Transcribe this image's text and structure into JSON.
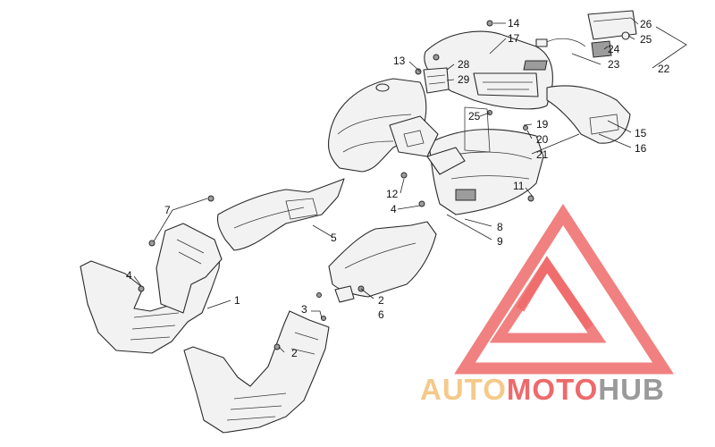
{
  "callouts": [
    {
      "id": "c1",
      "text": "1"
    },
    {
      "id": "c2a",
      "text": "2"
    },
    {
      "id": "c2b",
      "text": "2"
    },
    {
      "id": "c3",
      "text": "3"
    },
    {
      "id": "c4a",
      "text": "4"
    },
    {
      "id": "c4b",
      "text": "4"
    },
    {
      "id": "c5",
      "text": "5"
    },
    {
      "id": "c6",
      "text": "6"
    },
    {
      "id": "c7",
      "text": "7"
    },
    {
      "id": "c8",
      "text": "8"
    },
    {
      "id": "c9",
      "text": "9"
    },
    {
      "id": "c11",
      "text": "11"
    },
    {
      "id": "c12",
      "text": "12"
    },
    {
      "id": "c13",
      "text": "13"
    },
    {
      "id": "c14",
      "text": "14"
    },
    {
      "id": "c15",
      "text": "15"
    },
    {
      "id": "c16",
      "text": "16"
    },
    {
      "id": "c17",
      "text": "17"
    },
    {
      "id": "c19",
      "text": "19"
    },
    {
      "id": "c20",
      "text": "20"
    },
    {
      "id": "c21",
      "text": "21"
    },
    {
      "id": "c22",
      "text": "22"
    },
    {
      "id": "c23",
      "text": "23"
    },
    {
      "id": "c24",
      "text": "24"
    },
    {
      "id": "c25a",
      "text": "25"
    },
    {
      "id": "c25b",
      "text": "25"
    },
    {
      "id": "c26",
      "text": "26"
    },
    {
      "id": "c28",
      "text": "28"
    },
    {
      "id": "c29",
      "text": "29"
    }
  ],
  "watermark": {
    "part1": "AUTO",
    "part2": "MOTO",
    "part3": "HUB",
    "color_auto": "#f5c98a",
    "color_moto": "#ee6a6a",
    "color_hub": "#9a9a9a",
    "color_logo": "#ee6a6a"
  }
}
